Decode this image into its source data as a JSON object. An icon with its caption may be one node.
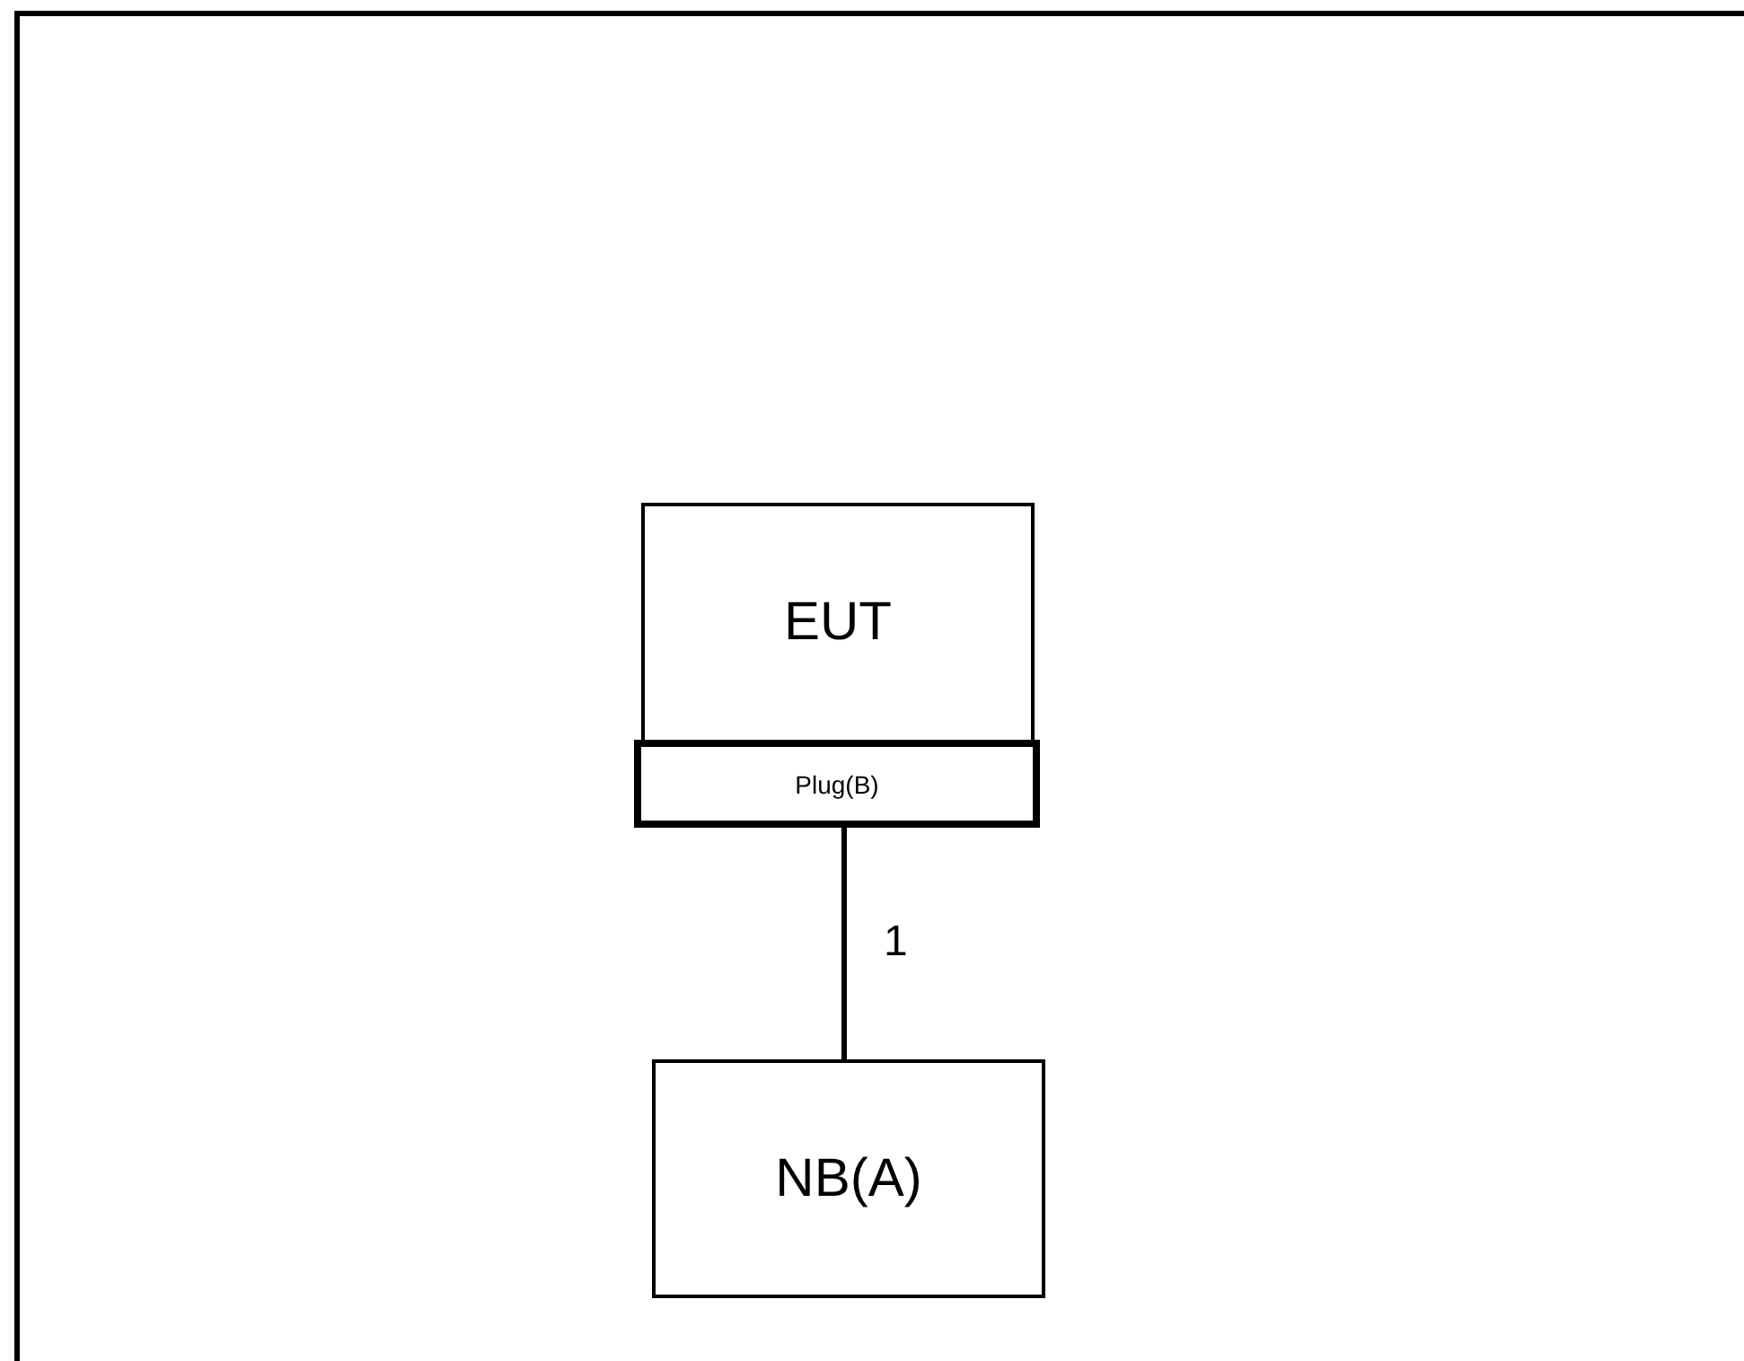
{
  "diagram": {
    "nodes": [
      {
        "text": [
          "EUT"
        ]
      },
      {
        "text": [
          "Plug(B)"
        ]
      },
      {
        "text": [
          "NB(A)"
        ]
      }
    ],
    "edges": [
      {
        "from": 1,
        "to": 2,
        "arrow": "none",
        "label": "1"
      }
    ]
  }
}
